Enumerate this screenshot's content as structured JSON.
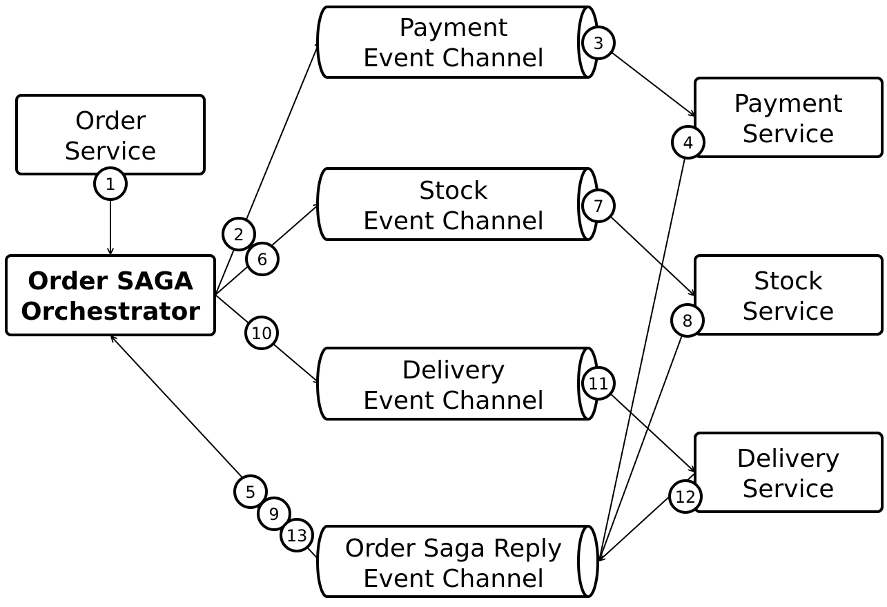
{
  "nodes": {
    "order_service": [
      "Order",
      "Service"
    ],
    "orchestrator": [
      "Order SAGA",
      "Orchestrator"
    ],
    "payment_channel": [
      "Payment",
      "Event Channel"
    ],
    "stock_channel": [
      "Stock",
      "Event Channel"
    ],
    "delivery_channel": [
      "Delivery",
      "Event Channel"
    ],
    "reply_channel": [
      "Order Saga Reply",
      "Event Channel"
    ],
    "payment_service": [
      "Payment",
      "Service"
    ],
    "stock_service": [
      "Stock",
      "Service"
    ],
    "delivery_service": [
      "Delivery",
      "Service"
    ]
  },
  "steps": [
    "1",
    "2",
    "3",
    "4",
    "5",
    "6",
    "7",
    "8",
    "9",
    "10",
    "11",
    "12",
    "13"
  ]
}
